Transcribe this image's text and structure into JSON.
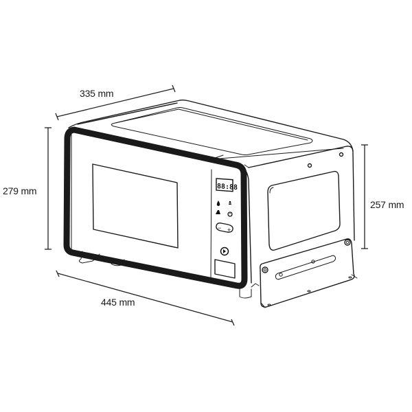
{
  "diagram": {
    "subject": "Microwave oven with side mounting bracket",
    "view": "isometric line drawing",
    "colors": {
      "line": "#1a1a1a",
      "background": "#ffffff",
      "door_frame": "#111111"
    }
  },
  "dimensions": {
    "depth": {
      "label": "335 mm",
      "value": 335,
      "unit": "mm",
      "edge": "top-left edge (depth)"
    },
    "height_front": {
      "label": "279 mm",
      "value": 279,
      "unit": "mm",
      "edge": "front left vertical"
    },
    "height_side": {
      "label": "257 mm",
      "value": 257,
      "unit": "mm",
      "edge": "right side vertical"
    },
    "width": {
      "label": "445 mm",
      "value": 445,
      "unit": "mm",
      "edge": "front bottom edge"
    }
  },
  "control_panel": {
    "display": {
      "text": "88:88",
      "icon": "digital-display"
    },
    "buttons": [
      {
        "icon": "defrost-drop-icon"
      },
      {
        "icon": "grill-icon"
      },
      {
        "icon": "power-level-icon"
      },
      {
        "icon": "timer-clock-icon"
      },
      {
        "icon": "minus-icon",
        "symbol": "−"
      },
      {
        "icon": "plus-icon",
        "symbol": "+"
      },
      {
        "icon": "start-button-icon"
      }
    ],
    "door_release": {
      "icon": "door-open-button"
    }
  }
}
